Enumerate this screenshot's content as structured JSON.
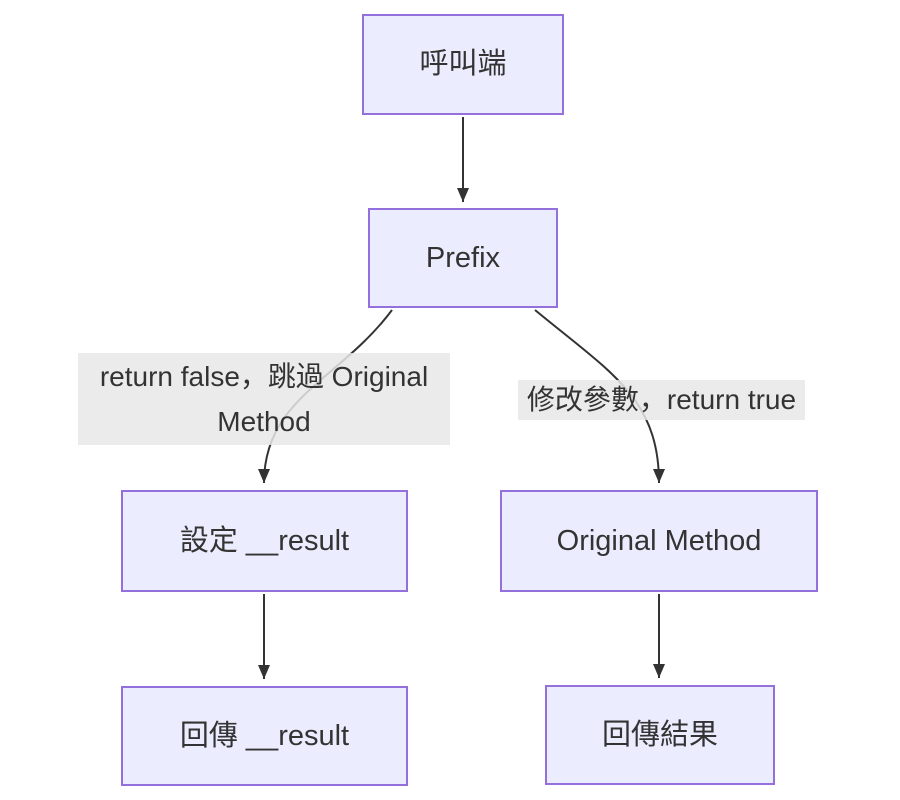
{
  "diagram": {
    "type": "flowchart",
    "direction": "top-down",
    "colors": {
      "node_fill": "#ECECFF",
      "node_border": "#9370DB",
      "edge_stroke": "#333333",
      "edge_label_background": "#e8e8e8",
      "text": "#333333",
      "background": "#ffffff"
    },
    "nodes": [
      {
        "id": "caller",
        "label": "呼叫端"
      },
      {
        "id": "prefix",
        "label": "Prefix"
      },
      {
        "id": "set-result",
        "label": "設定 __result"
      },
      {
        "id": "original-method",
        "label": "Original Method"
      },
      {
        "id": "return-result",
        "label": "回傳 __result"
      },
      {
        "id": "return-value",
        "label": "回傳結果"
      }
    ],
    "edges": [
      {
        "from": "caller",
        "to": "prefix",
        "label": ""
      },
      {
        "from": "prefix",
        "to": "set-result",
        "label": "return false，跳過 Original Method"
      },
      {
        "from": "prefix",
        "to": "original-method",
        "label": "修改參數，return true"
      },
      {
        "from": "set-result",
        "to": "return-result",
        "label": ""
      },
      {
        "from": "original-method",
        "to": "return-value",
        "label": ""
      }
    ]
  }
}
